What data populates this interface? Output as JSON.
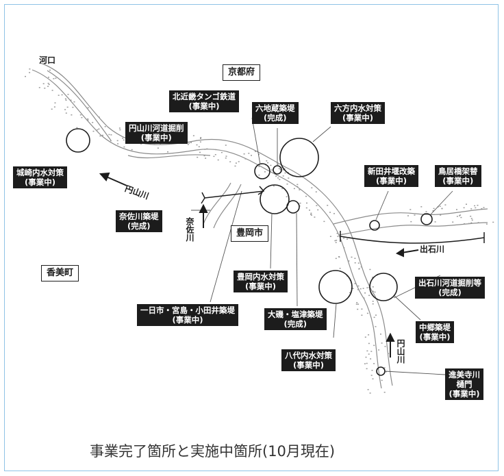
{
  "caption": "事業完了箇所と実施中箇所(10月現在)",
  "places": {
    "kakou": "河口",
    "kyoto": "京都府",
    "toyooka": "豊岡市",
    "kami": "香美町"
  },
  "rivers": {
    "maruyama_lower": "円山川",
    "maruyama_upper": "円山川",
    "izushi": "出石川",
    "nasa": "奈佐川"
  },
  "labels": {
    "kinosaki": [
      "城崎内水対策",
      "(事業中)"
    ],
    "maruyama_dredge": [
      "円山川河道掘削",
      "(事業中)"
    ],
    "kitakinki": [
      "北近畿タンゴ鉄道",
      "(事業中)"
    ],
    "rokujizo": [
      "六地蔵築堤",
      "(完成)"
    ],
    "roppo": [
      "六方内水対策",
      "(事業中)"
    ],
    "shinden": [
      "新田井堰改築",
      "(事業中)"
    ],
    "torii": [
      "鳥居橋架替",
      "(事業中)"
    ],
    "nasa_levee": [
      "奈佐川築堤",
      "(完成)"
    ],
    "toyooka_inland": [
      "豊岡内水対策",
      "(事業中)"
    ],
    "izushi_dredge": [
      "出石川河道掘削等",
      "(完成)"
    ],
    "ichibiichi": [
      "一日市・宮島・小田井築堤",
      "(事業中)"
    ],
    "oiso": [
      "大磯・塩津築堤",
      "(完成)"
    ],
    "nakago": [
      "中郷築堤",
      "(事業中)"
    ],
    "yashiro": [
      "八代内水対策",
      "(事業中)"
    ],
    "shinmyoji": [
      "進美寺川",
      "樋門",
      "(事業中)"
    ]
  },
  "colors": {
    "label_bg": "#1c1c1c",
    "label_text": "#ffffff",
    "frame_border": "#8ec3e6",
    "river_sketch": "#8a8a8a"
  }
}
